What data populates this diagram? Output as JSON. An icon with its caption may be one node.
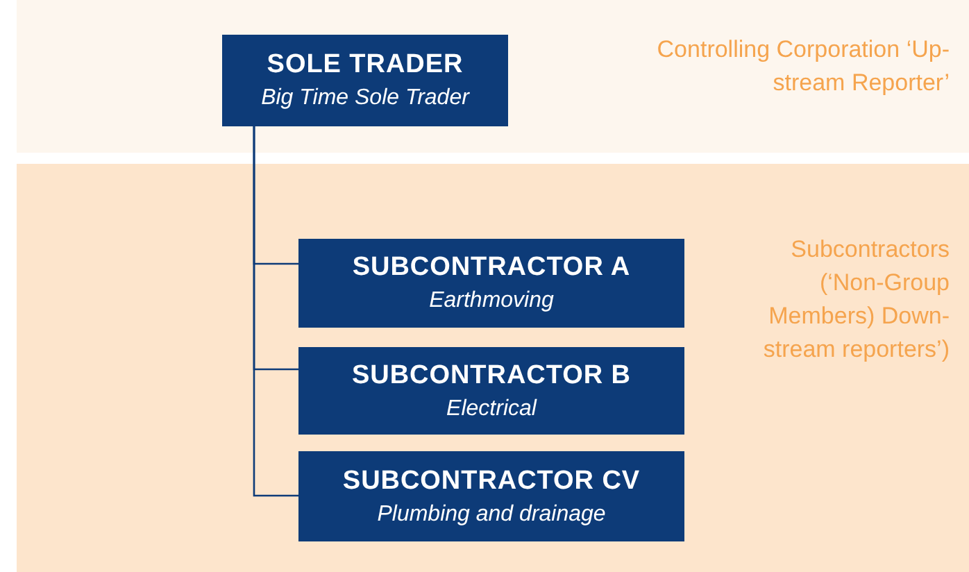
{
  "diagram": {
    "nodes": [
      {
        "text": [
          "Controlling Corporation ‘Up-stream Reporter’"
        ]
      },
      {
        "text": [
          "SOLE TRADER",
          "Big Time Sole Trader"
        ],
        "in": 0
      },
      {
        "text": [
          "Subcontractors (‘Non-Group Members) Down-stream reporters’)"
        ]
      },
      {
        "text": [
          "SUBCONTRACTOR A",
          "Earthmoving"
        ],
        "in": 2
      },
      {
        "text": [
          "SUBCONTRACTOR B",
          "Electrical"
        ],
        "in": 2
      },
      {
        "text": [
          "SUBCONTRACTOR CV",
          "Plumbing and drainage"
        ],
        "in": 2
      }
    ],
    "edges": [
      {
        "from": 1,
        "to": 3,
        "arrow": "none"
      },
      {
        "from": 1,
        "to": 4,
        "arrow": "none"
      },
      {
        "from": 1,
        "to": 5,
        "arrow": "none"
      }
    ]
  }
}
